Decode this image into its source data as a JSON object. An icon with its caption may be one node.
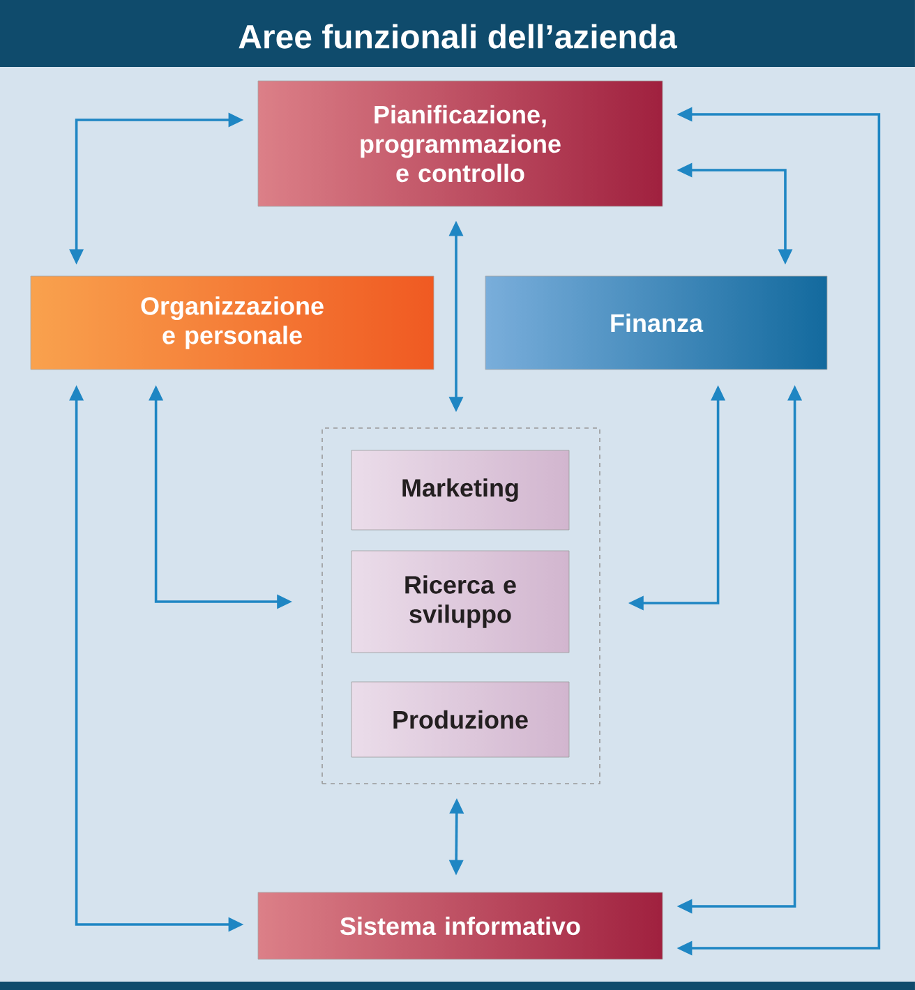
{
  "diagram": {
    "title": "Aree funzionali dell’azienda",
    "nodes": [
      {
        "text": [
          "Pianificazione, programmazione e controllo"
        ]
      },
      {
        "text": [
          "Organizzazione e personale"
        ]
      },
      {
        "text": [
          "Finanza"
        ]
      },
      {
        "text": [],
        "shape": "box"
      },
      {
        "text": [
          "Marketing"
        ],
        "in": 3
      },
      {
        "text": [
          "Ricerca e sviluppo"
        ],
        "in": 3
      },
      {
        "text": [
          "Produzione"
        ],
        "in": 3
      },
      {
        "text": [
          "Sistema informativo"
        ]
      }
    ],
    "edges": [
      {
        "from": 1,
        "to": 0,
        "arrow": "both"
      },
      {
        "from": 0,
        "to": 2,
        "arrow": "both"
      },
      {
        "from": 0,
        "to": 3,
        "arrow": "both"
      },
      {
        "from": 1,
        "to": 3,
        "arrow": "both"
      },
      {
        "from": 2,
        "to": 3,
        "arrow": "both"
      },
      {
        "from": 3,
        "to": 7,
        "arrow": "both"
      },
      {
        "from": 1,
        "to": 7,
        "arrow": "both"
      },
      {
        "from": 2,
        "to": 7,
        "arrow": "both"
      },
      {
        "from": 7,
        "to": 0,
        "arrow": "both"
      }
    ]
  }
}
